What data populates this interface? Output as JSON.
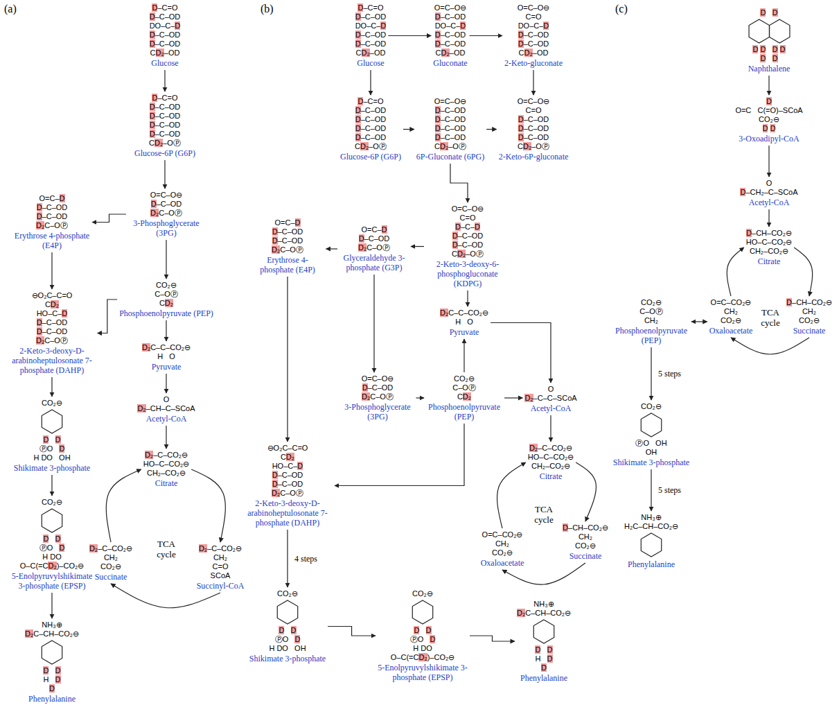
{
  "diagram": {
    "nodes": [
      {
        "text": [
          "D–C=O",
          "D–C–OD",
          "DO–C–D",
          "D–C–OD",
          "D–C–OD",
          "CD₂–OD",
          "Glucose"
        ]
      },
      {
        "text": [
          "D–C=O",
          "D–C–OD",
          "D–C–OD",
          "D–C–OD",
          "D–C–OD",
          "CD₂–OⓅ",
          "Glucose-6P (G6P)"
        ]
      },
      {
        "text": [
          "O=C–O⊖",
          "D–C–OD",
          "D₂C–OⓅ",
          "3-Phosphoglycerate (3PG)"
        ]
      },
      {
        "text": [
          "O=C–D",
          "D–C–OD",
          "D–C–OD",
          "D₂C–OⓅ",
          "Erythrose 4-phosphate (E4P)"
        ]
      },
      {
        "text": [
          "CO₂⊖",
          "C–OⓅ",
          "CD₂",
          "Phosphoenolpyruvate (PEP)"
        ]
      },
      {
        "text": [
          "D₂C–C–CO₂⊖",
          "H   O",
          "Pyruvate"
        ]
      },
      {
        "text": [
          "O",
          "D₂–CH–C–SCoA",
          "Acetyl-CoA"
        ]
      },
      {
        "text": [
          "D₂–C–CO₂⊖",
          "HO–C–CO₂⊖",
          "CH₂–CO₂⊖",
          "Citrate"
        ]
      },
      {
        "text": [
          "D₂–C–CO₂⊖",
          "CH₂",
          "C=O",
          "SCoA",
          "Succinyl-CoA"
        ]
      },
      {
        "text": [
          "D₂–C–CO₂⊖",
          "CH₂",
          "CO₂⊖",
          "Succinate"
        ]
      },
      {
        "text": [
          "⊖O₂C–C=O",
          "CD₂",
          "HO–C–D",
          "D–C–OD",
          "D–C–OD",
          "D₂C–OⓅ",
          "2-Keto-3-deoxy-D-arabinoheptulosonate 7-phosphate (DAHP)"
        ]
      },
      {
        "text": [
          "CO₂⊖",
          "D   D",
          "ⓅO   D",
          "H DO   OH",
          "Shikimate 3-phosphate"
        ]
      },
      {
        "text": [
          "CO₂⊖",
          "D   D",
          "ⓅO   D",
          "H DO",
          "O–C(=CD₂)–CO₂⊖",
          "5-Enolpyruvylshikimate 3-phosphate (EPSP)"
        ]
      },
      {
        "text": [
          "NH₃⊕",
          "D₂C–CH–CO₂⊖",
          "D   D",
          "H   D",
          "D",
          "Phenylalanine"
        ]
      },
      {
        "text": [
          "D–C=O",
          "D–C–OD",
          "DO–C–D",
          "D–C–OD",
          "D–C–OD",
          "CD₂–OD",
          "Glucose"
        ]
      },
      {
        "text": [
          "O=C–O⊖",
          "D–C–OD",
          "DO–C–D",
          "D–C–OD",
          "D–C–OD",
          "CD₂–OD",
          "Gluconate"
        ]
      },
      {
        "text": [
          "O=C–O⊖",
          "C=O",
          "DO–C–D",
          "D–C–OD",
          "D–C–OD",
          "CD₂–OD",
          "2-Keto-gluconate"
        ]
      },
      {
        "text": [
          "D–C=O",
          "D–C–OD",
          "D–C–OD",
          "D–C–OD",
          "D–C–OD",
          "CD₂–OⓅ",
          "Glucose-6P (G6P)"
        ]
      },
      {
        "text": [
          "O=C–O⊖",
          "D–C–OD",
          "D–C–OD",
          "D–C–OD",
          "D–C–OD",
          "CD₂–OⓅ",
          "6P-Gluconate (6PG)"
        ]
      },
      {
        "text": [
          "O=C–O⊖",
          "C=O",
          "D–C–OD",
          "D–C–OD",
          "D–C–OD",
          "CD₂–OⓅ",
          "2-Keto-6P-gluconate"
        ]
      },
      {
        "text": [
          "O=C–O⊖",
          "C=O",
          "D–C–D",
          "D–C–OD",
          "D–C–OD",
          "CD₂–OⓅ",
          "2-Keto-3-deoxy-6-phosphogluconate (KDPG)"
        ]
      },
      {
        "text": [
          "O=C–D",
          "D–C–OD",
          "D₂C–OⓅ",
          "Glyceraldehyde 3-phosphate (G3P)"
        ]
      },
      {
        "text": [
          "O=C–D",
          "D–C–OD",
          "D–C–OD",
          "D₂C–OⓅ",
          "Erythrose 4-phosphate (E4P)"
        ]
      },
      {
        "text": [
          "D₂C–C–CO₂⊖",
          "H   O",
          "Pyruvate"
        ]
      },
      {
        "text": [
          "O=C–O⊖",
          "D–C–OD",
          "D₂C–OⓅ",
          "3-Phosphoglycerate (3PG)"
        ]
      },
      {
        "text": [
          "CO₂⊖",
          "C–OⓅ",
          "CD₂",
          "Phosphoenolpyruvate (PEP)"
        ]
      },
      {
        "text": [
          "O",
          "D₂–C–C–SCoA",
          "Acetyl-CoA"
        ]
      },
      {
        "text": [
          "D₂–C–CO₂⊖",
          "HO–C–CO₂⊖",
          "CH₂–CO₂⊖",
          "Citrate"
        ]
      },
      {
        "text": [
          "O=C–CO₂⊖",
          "CH₂",
          "CO₂⊖",
          "Oxaloacetate"
        ]
      },
      {
        "text": [
          "D–CH–CO₂⊖",
          "CH₂",
          "CO₂⊖",
          "Succinate"
        ]
      },
      {
        "text": [
          "⊖O₂C–C=O",
          "CD₂",
          "HO–C–D",
          "D–C–OD",
          "D–C–OD",
          "D₂C–OⓅ",
          "2-Keto-3-deoxy-D-arabinoheptulosonate 7-phosphate (DAHP)"
        ]
      },
      {
        "text": [
          "CO₂⊖",
          "D   D",
          "ⓅO   D",
          "H DO   OH",
          "Shikimate 3-phosphate"
        ]
      },
      {
        "text": [
          "CO₂⊖",
          "D   D",
          "ⓅO   D",
          "H DO",
          "O–C(=CD₂)–CO₂⊖",
          "5-Enolpyruvylshikimate 3-phosphate (EPSP)"
        ]
      },
      {
        "text": [
          "NH₃⊕",
          "D₂C–CH–CO₂⊖",
          "D   D",
          "H   D",
          "D",
          "Phenylalanine"
        ]
      },
      {
        "text": [
          "D   D",
          "D D   D D",
          "D   D",
          "Naphthalene"
        ]
      },
      {
        "text": [
          "D",
          "O=C   C(=O)–SCoA",
          "CO₂⊖",
          "D D",
          "3-Oxoadipyl-CoA"
        ]
      },
      {
        "text": [
          "O",
          "D–CH₂–C–SCoA",
          "Acetyl-CoA"
        ]
      },
      {
        "text": [
          "D–CH–CO₂⊖",
          "HO–C–CO₂⊖",
          "CH₂–CO₂⊖",
          "Citrate"
        ]
      },
      {
        "text": [
          "O=C–CO₂⊖",
          "CH₂",
          "CO₂⊖",
          "Oxaloacetate"
        ]
      },
      {
        "text": [
          "D–CH–CO₂⊖",
          "CH₂",
          "CO₂⊖",
          "Succinate"
        ]
      },
      {
        "text": [
          "CO₂⊖",
          "C–OⓅ",
          "CH₂",
          "Phosphoenolpyruvate (PEP)"
        ]
      },
      {
        "text": [
          "CO₂⊖",
          "ⓅO   OH",
          "OH",
          "Shikimate 3-phosphate"
        ]
      },
      {
        "text": [
          "NH₃⊕",
          "H₂C–CH–CO₂⊖",
          "Phenylalanine"
        ]
      }
    ],
    "edges": [
      {
        "from": 0,
        "to": 1,
        "arrow": "to"
      },
      {
        "from": 1,
        "to": 2,
        "arrow": "to"
      },
      {
        "from": 2,
        "to": 3,
        "arrow": "to"
      },
      {
        "from": 2,
        "to": 4,
        "arrow": "to"
      },
      {
        "from": 3,
        "to": 10,
        "arrow": "to"
      },
      {
        "from": 4,
        "to": 10,
        "arrow": "to"
      },
      {
        "from": 4,
        "to": 5,
        "arrow": "to"
      },
      {
        "from": 5,
        "to": 6,
        "arrow": "to"
      },
      {
        "from": 6,
        "to": 7,
        "arrow": "to"
      },
      {
        "from": 7,
        "to": 8,
        "arrow": "to"
      },
      {
        "from": 8,
        "to": 9,
        "arrow": "to"
      },
      {
        "from": 9,
        "to": 7,
        "arrow": "to"
      },
      {
        "from": 10,
        "to": 11,
        "arrow": "to"
      },
      {
        "from": 11,
        "to": 12,
        "arrow": "to"
      },
      {
        "from": 12,
        "to": 13,
        "arrow": "to"
      },
      {
        "from": 14,
        "to": 15,
        "arrow": "to"
      },
      {
        "from": 15,
        "to": 16,
        "arrow": "to"
      },
      {
        "from": 14,
        "to": 17,
        "arrow": "to"
      },
      {
        "from": 16,
        "to": 19,
        "arrow": "to"
      },
      {
        "from": 17,
        "to": 18,
        "arrow": "to"
      },
      {
        "from": 18,
        "to": 19,
        "arrow": "to"
      },
      {
        "from": 18,
        "to": 20,
        "arrow": "to"
      },
      {
        "from": 20,
        "to": 21,
        "arrow": "to"
      },
      {
        "from": 20,
        "to": 23,
        "arrow": "to"
      },
      {
        "from": 21,
        "to": 22,
        "arrow": "to"
      },
      {
        "from": 21,
        "to": 24,
        "arrow": "to"
      },
      {
        "from": 24,
        "to": 25,
        "arrow": "to"
      },
      {
        "from": 25,
        "to": 23,
        "arrow": "to"
      },
      {
        "from": 25,
        "to": 26,
        "arrow": "to"
      },
      {
        "from": 23,
        "to": 26,
        "arrow": "to"
      },
      {
        "from": 22,
        "to": 30,
        "arrow": "to"
      },
      {
        "from": 25,
        "to": 30,
        "arrow": "to"
      },
      {
        "from": 26,
        "to": 27,
        "arrow": "to"
      },
      {
        "from": 27,
        "to": 29,
        "arrow": "to"
      },
      {
        "from": 29,
        "to": 28,
        "arrow": "to"
      },
      {
        "from": 28,
        "to": 27,
        "arrow": "to"
      },
      {
        "from": 30,
        "to": 31,
        "label": "4 steps",
        "arrow": "to"
      },
      {
        "from": 31,
        "to": 32,
        "arrow": "to"
      },
      {
        "from": 32,
        "to": 33,
        "arrow": "to"
      },
      {
        "from": 34,
        "to": 35,
        "arrow": "to"
      },
      {
        "from": 35,
        "to": 36,
        "arrow": "to"
      },
      {
        "from": 36,
        "to": 37,
        "arrow": "to"
      },
      {
        "from": 37,
        "to": 39,
        "arrow": "to"
      },
      {
        "from": 39,
        "to": 38,
        "arrow": "to"
      },
      {
        "from": 38,
        "to": 37,
        "arrow": "to"
      },
      {
        "from": 40,
        "to": 38,
        "arrow": "both"
      },
      {
        "from": 40,
        "to": 41,
        "label": "5 steps",
        "arrow": "to"
      },
      {
        "from": 41,
        "to": 42,
        "label": "5 steps",
        "arrow": "to"
      }
    ],
    "labels": [
      "(a)",
      "(b)",
      "(c)",
      "TCA cycle",
      "TCA cycle",
      "TCA cycle"
    ]
  }
}
